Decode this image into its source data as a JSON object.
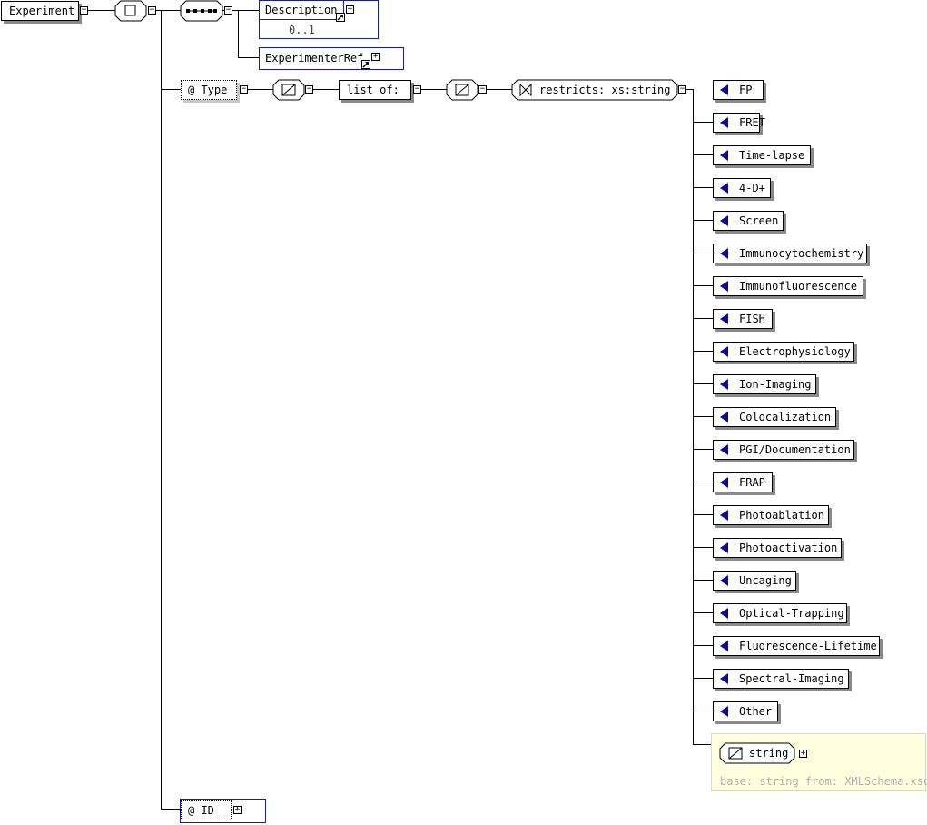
{
  "root": {
    "name": "Experiment"
  },
  "sequence_children": [
    {
      "name": "Description",
      "occurrence": "0..1"
    },
    {
      "name": "ExperimenterRef"
    }
  ],
  "attributes": {
    "type_attr": {
      "label": "@ Type"
    },
    "id_attr": {
      "label": "@ ID"
    }
  },
  "list": {
    "label": "list of:"
  },
  "restriction": {
    "label": "restricts: xs:string"
  },
  "enumerations": [
    "FP",
    "FRET",
    "Time-lapse",
    "4-D+",
    "Screen",
    "Immunocytochemistry",
    "Immunofluorescence",
    "FISH",
    "Electrophysiology",
    "Ion-Imaging",
    "Colocalization",
    "PGI/Documentation",
    "FRAP",
    "Photoablation",
    "Photoactivation",
    "Uncaging",
    "Optical-Trapping",
    "Fluorescence-Lifetime",
    "Spectral-Imaging",
    "Other"
  ],
  "base_type": {
    "name": "string",
    "info": "base: string from: XMLSchema.xsd"
  },
  "toggles": {
    "collapse": "−",
    "expand": "+"
  },
  "colors": {
    "line": "#000000",
    "element_border": "#1a1aa0",
    "enum_marker": "#0a0aa0",
    "note_bg": "#ffffe0",
    "shadow": "#8a8a8a"
  }
}
